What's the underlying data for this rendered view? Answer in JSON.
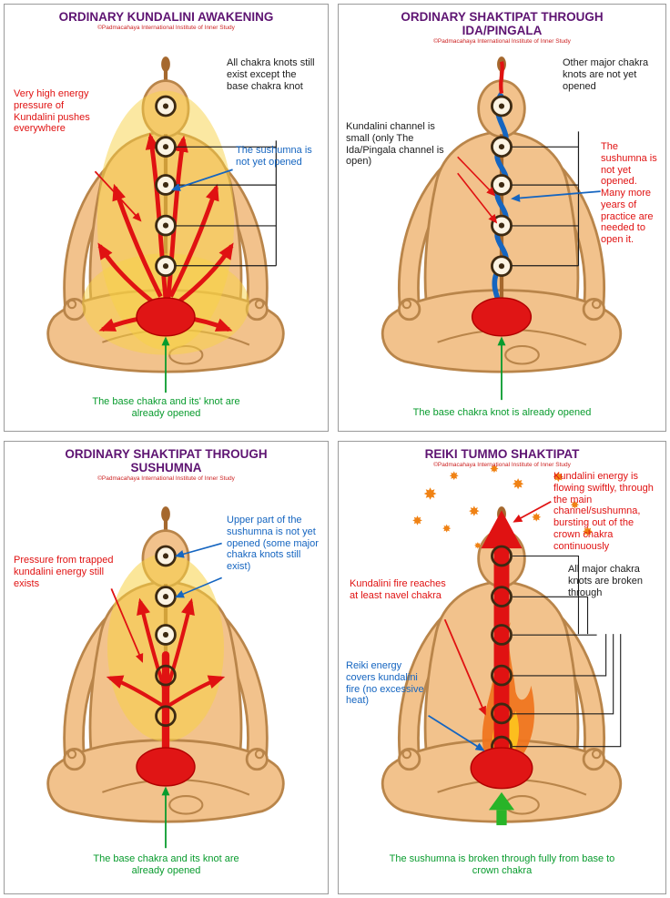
{
  "colors": {
    "title": "#5e1472",
    "copyright_red": "#cc2222",
    "annotation_red": "#e01212",
    "annotation_blue": "#1565c0",
    "annotation_green": "#089b2d",
    "annotation_black": "#1c1c1c",
    "skin": "#f2c28c",
    "skin_outline": "#b9854a",
    "aura_yellow": "#f7d145",
    "base_chakra_red": "#e01515",
    "channel_blue": "#1565c0",
    "flame_orange": "#f0741c",
    "starburst_orange": "#f08214",
    "green_arrow": "#28b428"
  },
  "icons": {
    "starburst": "✸"
  },
  "panels": [
    {
      "title": "ORDINARY KUNDALINI AWAKENING",
      "copyright": "©Padmacahaya International Institute of Inner Study",
      "ann_left_red": "Very high energy pressure of Kundalini pushes everywhere",
      "ann_right_black": "All chakra knots still exist except the base chakra knot",
      "ann_right_blue": "The sushumna is not yet opened",
      "ann_bottom_green": "The base chakra and its' knot are already opened"
    },
    {
      "title": "ORDINARY SHAKTIPAT THROUGH IDA/PINGALA",
      "copyright": "©Padmacahaya International Institute of Inner Study",
      "ann_left_black": "Kundalini channel is small (only The Ida/Pingala channel is open)",
      "ann_right_black": "Other major chakra knots are not yet opened",
      "ann_right_red": "The sushumna is not yet opened. Many more years of practice are needed to open it.",
      "ann_bottom_green": "The base chakra knot is already opened"
    },
    {
      "title": "ORDINARY SHAKTIPAT THROUGH SUSHUMNA",
      "copyright": "©Padmacahaya International Institute of Inner Study",
      "ann_left_red": "Pressure from trapped kundalini energy still exists",
      "ann_right_blue": "Upper part of the sushumna is not yet opened (some major chakra knots still exist)",
      "ann_bottom_green": "The base chakra and its knot are already opened"
    },
    {
      "title": "REIKI TUMMO SHAKTIPAT",
      "copyright": "©Padmacahaya International Institute of Inner Study",
      "ann_top_right_red": "Kundalini energy is flowing swiftly, through the main channel/sushumna, bursting out of the crown chakra continuously",
      "ann_left_red": "Kundalini fire reaches at least navel chakra",
      "ann_left_blue": "Reiki energy covers kundalini fire (no excessive heat)",
      "ann_right_black": "All major chakra knots are broken through",
      "ann_bottom_green": "The sushumna is broken through fully from base to crown chakra"
    }
  ]
}
